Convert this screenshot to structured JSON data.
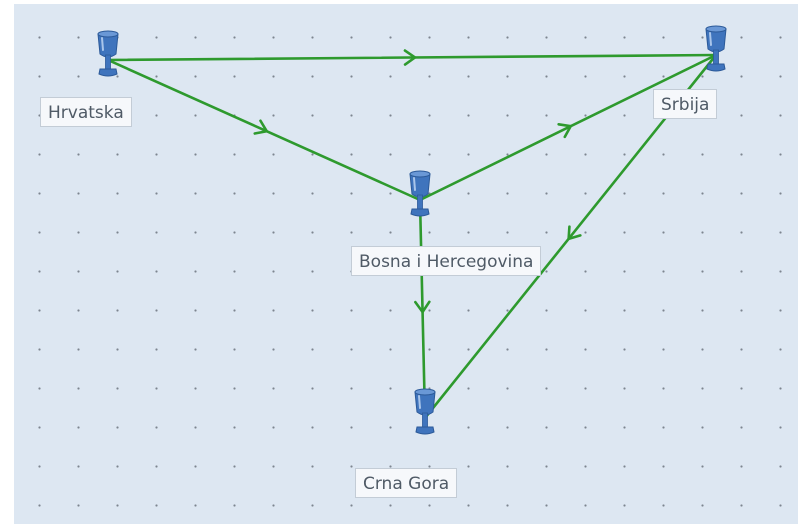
{
  "diagram": {
    "style": {
      "edge_color": "#2e9a2e",
      "node_color": "#3f74bd",
      "background": "#dde7f2"
    },
    "nodes": [
      {
        "id": "hrvatska",
        "label": "Hrvatska",
        "icon": "database-node-icon"
      },
      {
        "id": "srbija",
        "label": "Srbija",
        "icon": "database-node-icon"
      },
      {
        "id": "bih",
        "label": "Bosna i Hercegovina",
        "icon": "database-node-icon"
      },
      {
        "id": "crna-gora",
        "label": "Crna Gora",
        "icon": "database-node-icon"
      }
    ],
    "edges": [
      {
        "from": "hrvatska",
        "to": "srbija",
        "directed": true
      },
      {
        "from": "hrvatska",
        "to": "bih",
        "directed": true
      },
      {
        "from": "bih",
        "to": "srbija",
        "directed": true
      },
      {
        "from": "srbija",
        "to": "crna-gora",
        "directed": true
      },
      {
        "from": "bih",
        "to": "crna-gora",
        "directed": true
      }
    ]
  }
}
